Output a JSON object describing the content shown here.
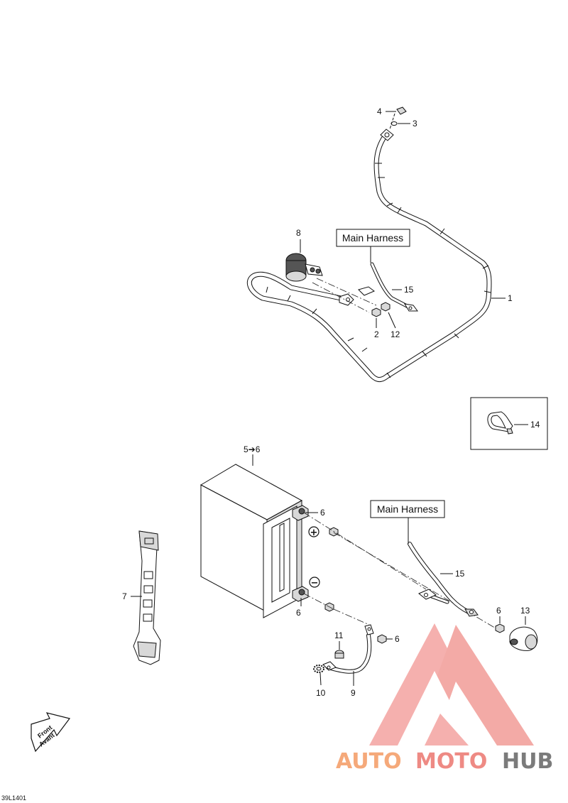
{
  "figure_id": "39L1401",
  "harness_box_labels": [
    "Main Harness",
    "Main Harness"
  ],
  "callouts": {
    "c1": "1",
    "c2": "2",
    "c3": "3",
    "c4": "4",
    "c5": "5➔6",
    "c6a": "6",
    "c6b": "6",
    "c6c": "6",
    "c6d": "6",
    "c7": "7",
    "c8": "8",
    "c9": "9",
    "c10": "10",
    "c11": "11",
    "c12": "12",
    "c13": "13",
    "c14": "14",
    "c15a": "15",
    "c15b": "15"
  },
  "polarity": {
    "positive": "+",
    "negative": "−"
  },
  "front_arrow": {
    "line1": "Front",
    "line2": "Avant"
  },
  "watermark": {
    "part1": "AUTO",
    "part2": "MOTO",
    "part3": "HUB"
  },
  "colors": {
    "watermark_light": "#f5a97a",
    "watermark_red": "#ee8a84",
    "watermark_grey": "#7b7b7b"
  }
}
